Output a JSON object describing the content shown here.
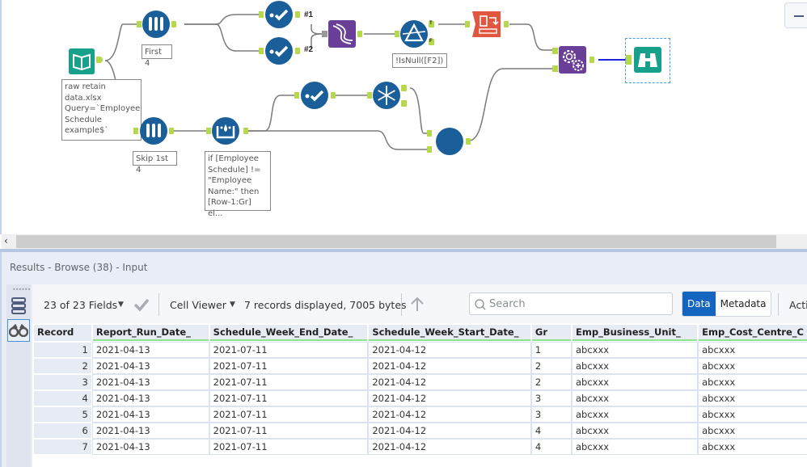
{
  "canvas": {
    "annotations": {
      "input": "raw retain\ndata.xlsx\nQuery=`Employee\nSchedule\nexample$`",
      "first4": "First 4",
      "skip4": "Skip 1st 4",
      "formula": "if [Employee\nSchedule] !=\n\"Employee\nName:\" then\n[Row-1:Gr] el...",
      "filter": "!IsNull([F2])"
    },
    "port_labels": {
      "union_in1": "#1",
      "union_in2": "#2",
      "filter_true": "T",
      "filter_false": "F"
    },
    "colors": {
      "blue_tool": "#1a5e9a",
      "purple_tool": "#6a3f97",
      "teal_tool": "#17a08a",
      "orange_tool": "#e0563f",
      "port": "#b5d94a",
      "wire": "#7a7a7a",
      "selected_wire": "#2222dd"
    }
  },
  "results": {
    "title": "Results - Browse (38) - Input",
    "toolbar": {
      "fields_label": "23 of 23 Fields",
      "cell_viewer_label": "Cell Viewer",
      "status": "7 records displayed, 7005 bytes",
      "search_placeholder": "Search",
      "data_tab": "Data",
      "metadata_tab": "Metadata",
      "actions_label": "Acti"
    },
    "table": {
      "columns": [
        "Record",
        "Report_Run_Date_",
        "Schedule_Week_End_Date_",
        "Schedule_Week_Start_Date_",
        "Gr",
        "Emp_Business_Unit_",
        "Emp_Cost_Centre_C"
      ],
      "rows": [
        [
          "1",
          "2021-04-13",
          "2021-07-11",
          "2021-04-12",
          "1",
          "abcxxx",
          "abcxxx"
        ],
        [
          "2",
          "2021-04-13",
          "2021-07-11",
          "2021-04-12",
          "2",
          "abcxxx",
          "abcxxx"
        ],
        [
          "3",
          "2021-04-13",
          "2021-07-11",
          "2021-04-12",
          "2",
          "abcxxx",
          "abcxxx"
        ],
        [
          "4",
          "2021-04-13",
          "2021-07-11",
          "2021-04-12",
          "3",
          "abcxxx",
          "abcxxx"
        ],
        [
          "5",
          "2021-04-13",
          "2021-07-11",
          "2021-04-12",
          "3",
          "abcxxx",
          "abcxxx"
        ],
        [
          "6",
          "2021-04-13",
          "2021-07-11",
          "2021-04-12",
          "4",
          "abcxxx",
          "abcxxx"
        ],
        [
          "7",
          "2021-04-13",
          "2021-07-11",
          "2021-04-12",
          "4",
          "abcxxx",
          "abcxxx"
        ]
      ]
    }
  }
}
